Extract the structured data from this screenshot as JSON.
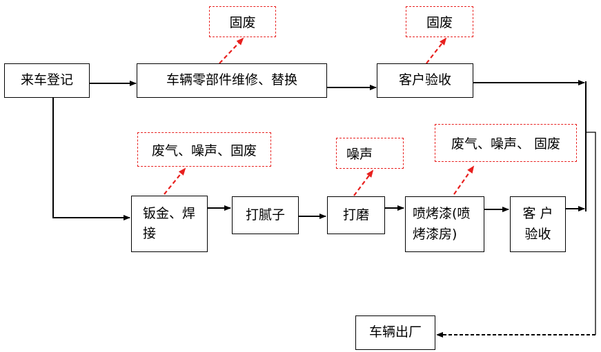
{
  "process": {
    "register": "来车登记",
    "repair": "车辆零部件维修、替换",
    "accept_top": "客户验收",
    "sheet_metal": "钣金、焊\n接",
    "putty": "打腻子",
    "sanding": "打磨",
    "painting": "喷烤漆(喷\n烤漆房)",
    "accept_bottom": "客 户\n验收",
    "exit": "车辆出厂"
  },
  "emissions": {
    "repair": "固废",
    "accept_top": "固废",
    "sheet_metal": "废气、噪声、固废",
    "sanding": "噪声",
    "painting": "废气、噪声、 固废"
  },
  "colors": {
    "line": "#000000",
    "emission_border": "#e8201e",
    "emission_arrow": "#e8201e"
  }
}
